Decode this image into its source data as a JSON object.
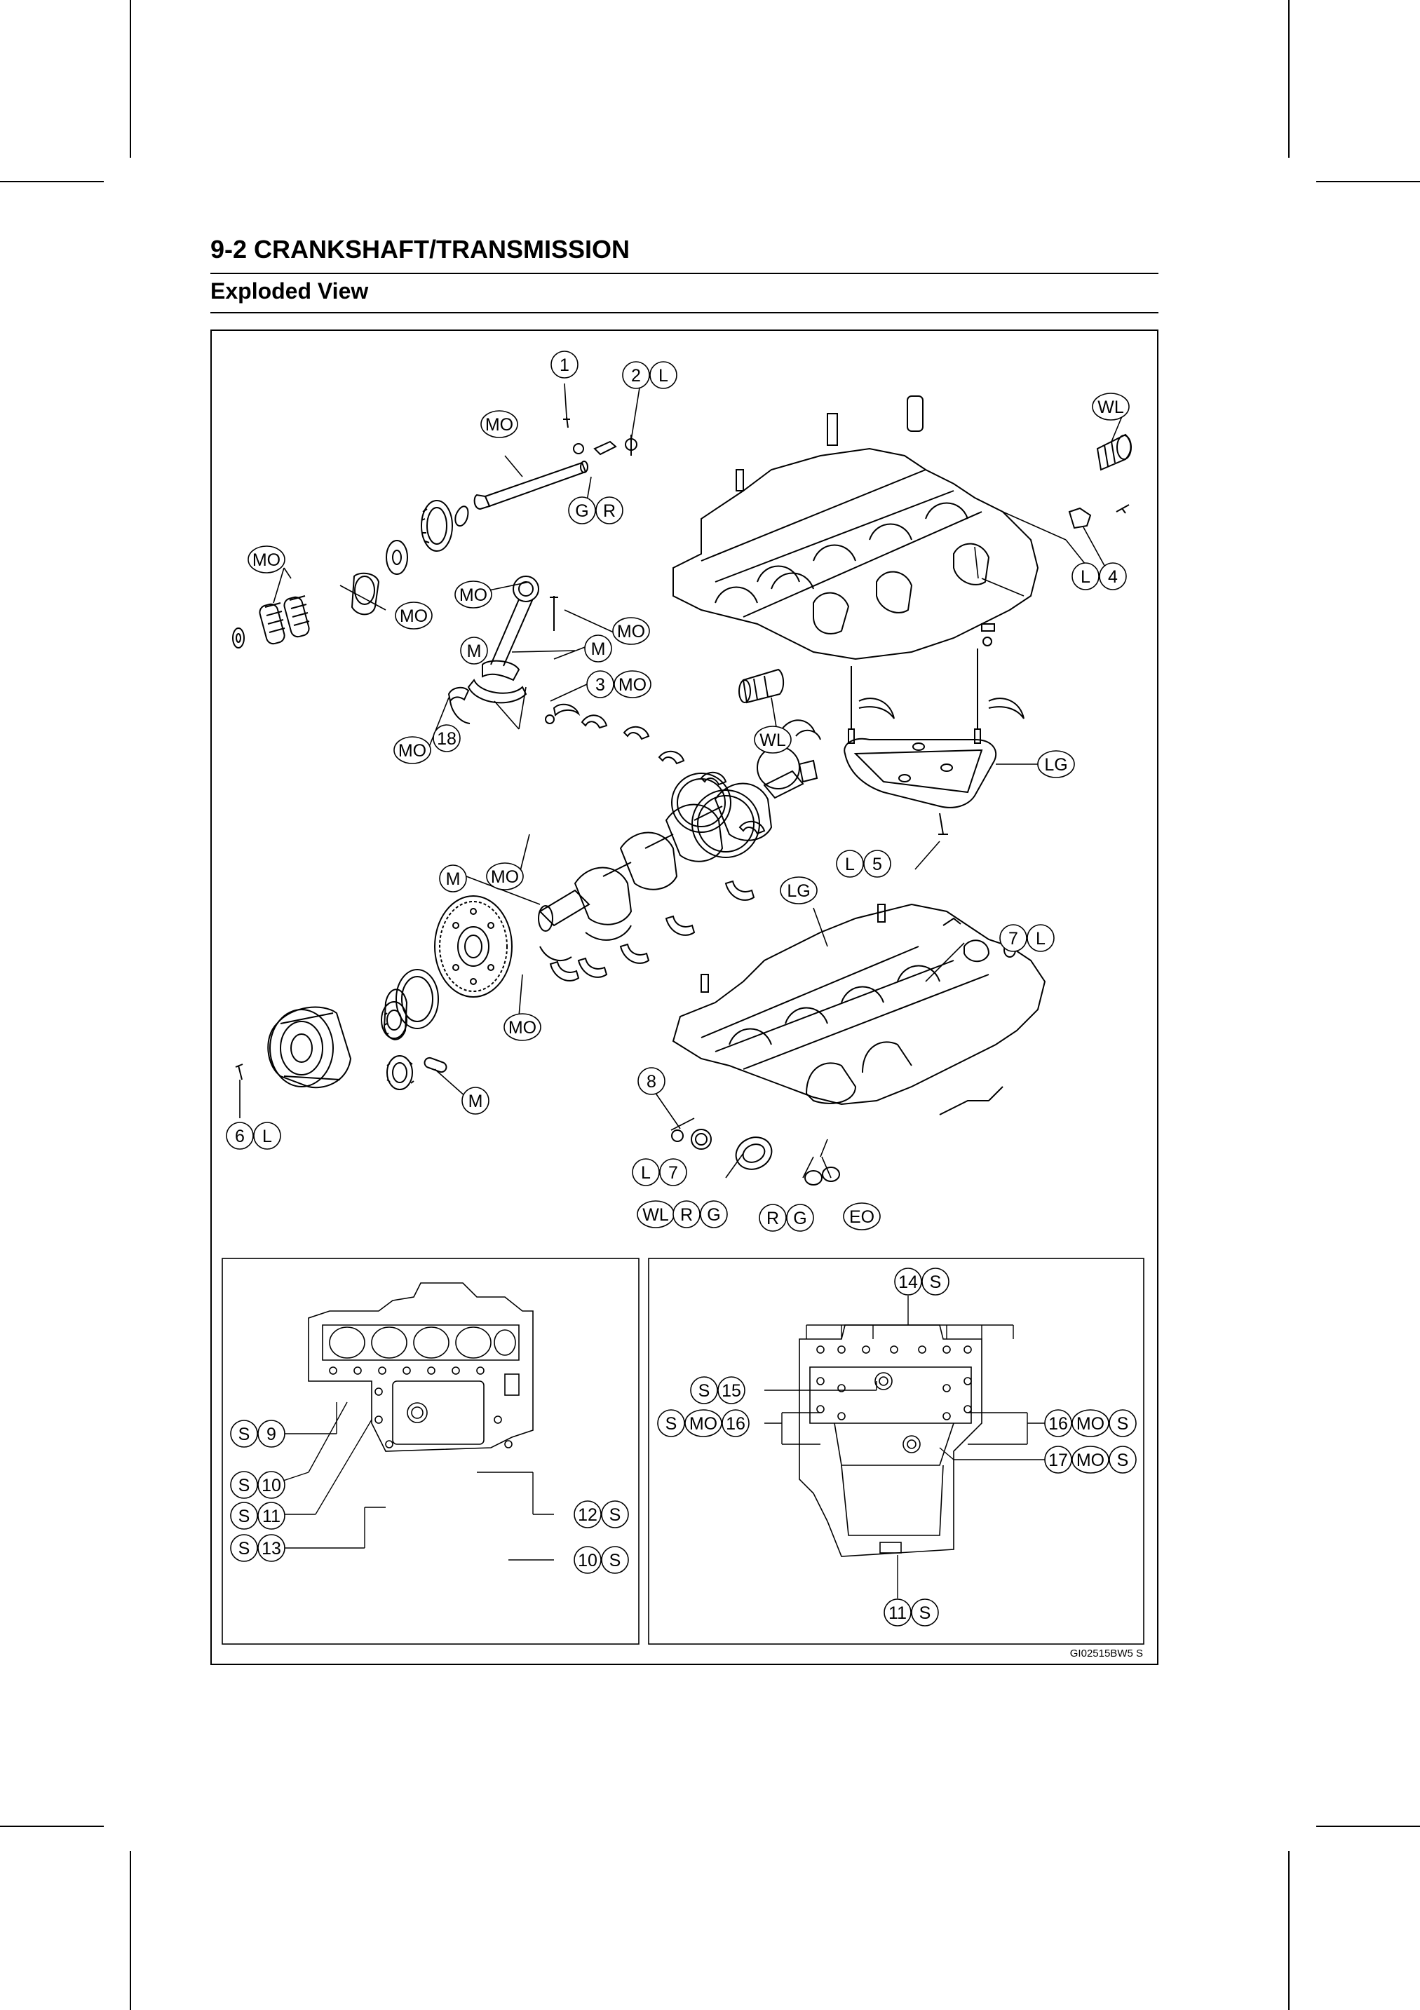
{
  "header": {
    "title": "9-2 CRANKSHAFT/TRANSMISSION",
    "subtitle": "Exploded View"
  },
  "figure": {
    "code": "GI02515BW5  S",
    "callouts": {
      "c1": "1",
      "c2": "2",
      "c2s": "L",
      "mo_shaft": "MO",
      "c_wl_top": "WL",
      "g1": "G",
      "r1": "R",
      "mo_left": "MO",
      "mo_left2": "MO",
      "mo_rod": "MO",
      "mo_bolt": "MO",
      "m_rod": "M",
      "m_rod2": "M",
      "c3": "3",
      "c3s": "MO",
      "mo_shell": "MO",
      "c18": "18",
      "wl_mid": "WL",
      "c4": "4",
      "c4s": "L",
      "lg_top": "LG",
      "c5": "5",
      "c5s": "L",
      "m_crank": "M",
      "mo_crank": "MO",
      "mo_crank2": "MO",
      "lg_low": "LG",
      "c7a": "7",
      "c7as": "L",
      "c8": "8",
      "m_pin": "M",
      "c6": "6",
      "c6s": "L",
      "c7b": "7",
      "c7bs": "L",
      "wl_b": "WL",
      "r_b": "R",
      "g_b": "G",
      "r_c": "R",
      "g_c": "G",
      "eo": "EO",
      "c9": "9",
      "c9s": "S",
      "c10a": "10",
      "c10as": "S",
      "c11a": "11",
      "c11as": "S",
      "c13": "13",
      "c13s": "S",
      "c12": "12",
      "c12s": "S",
      "c10b": "10",
      "c10bs": "S",
      "c14": "14",
      "c14s": "S",
      "c15": "15",
      "c15s": "S",
      "c16a": "16",
      "c16as": "MO",
      "c16at": "S",
      "c16b": "16",
      "c16bs": "MO",
      "c16bt": "S",
      "c17": "17",
      "c17s": "MO",
      "c17t": "S",
      "c11b": "11",
      "c11bs": "S"
    }
  }
}
